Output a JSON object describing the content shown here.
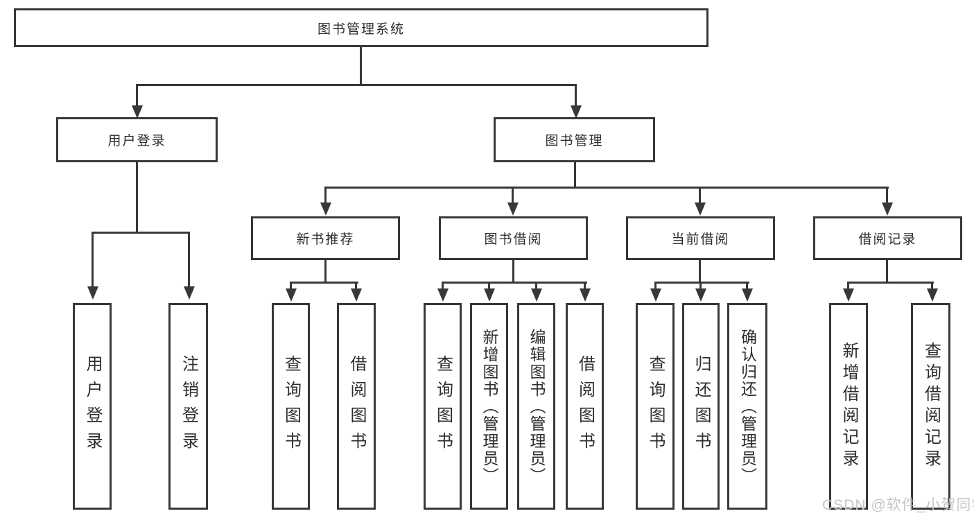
{
  "diagram": {
    "type": "hierarchy-tree",
    "root": {
      "label": "图书管理系统"
    },
    "level2": [
      {
        "label": "用户登录"
      },
      {
        "label": "图书管理"
      }
    ],
    "level3": [
      {
        "label": "新书推荐"
      },
      {
        "label": "图书借阅"
      },
      {
        "label": "当前借阅"
      },
      {
        "label": "借阅记录"
      }
    ],
    "leaves_user_login": [
      "用户登录",
      "注销登录"
    ],
    "leaves_new_book": [
      "查询图书",
      "借阅图书"
    ],
    "leaves_book_borrow": [
      "查询图书",
      "新增图书（管理员）",
      "编辑图书（管理员）",
      "借阅图书"
    ],
    "leaves_current_borrow": [
      "查询图书",
      "归还图书",
      "确认归还（管理员）"
    ],
    "leaves_borrow_record": [
      "新增借阅记录",
      "查询借阅记录"
    ],
    "watermark": "CSDN @软件_小贺同学",
    "colors": {
      "line": "#383838",
      "text": "#2d2d2d",
      "background": "#ffffff",
      "watermark": "#c6c6c6"
    }
  }
}
